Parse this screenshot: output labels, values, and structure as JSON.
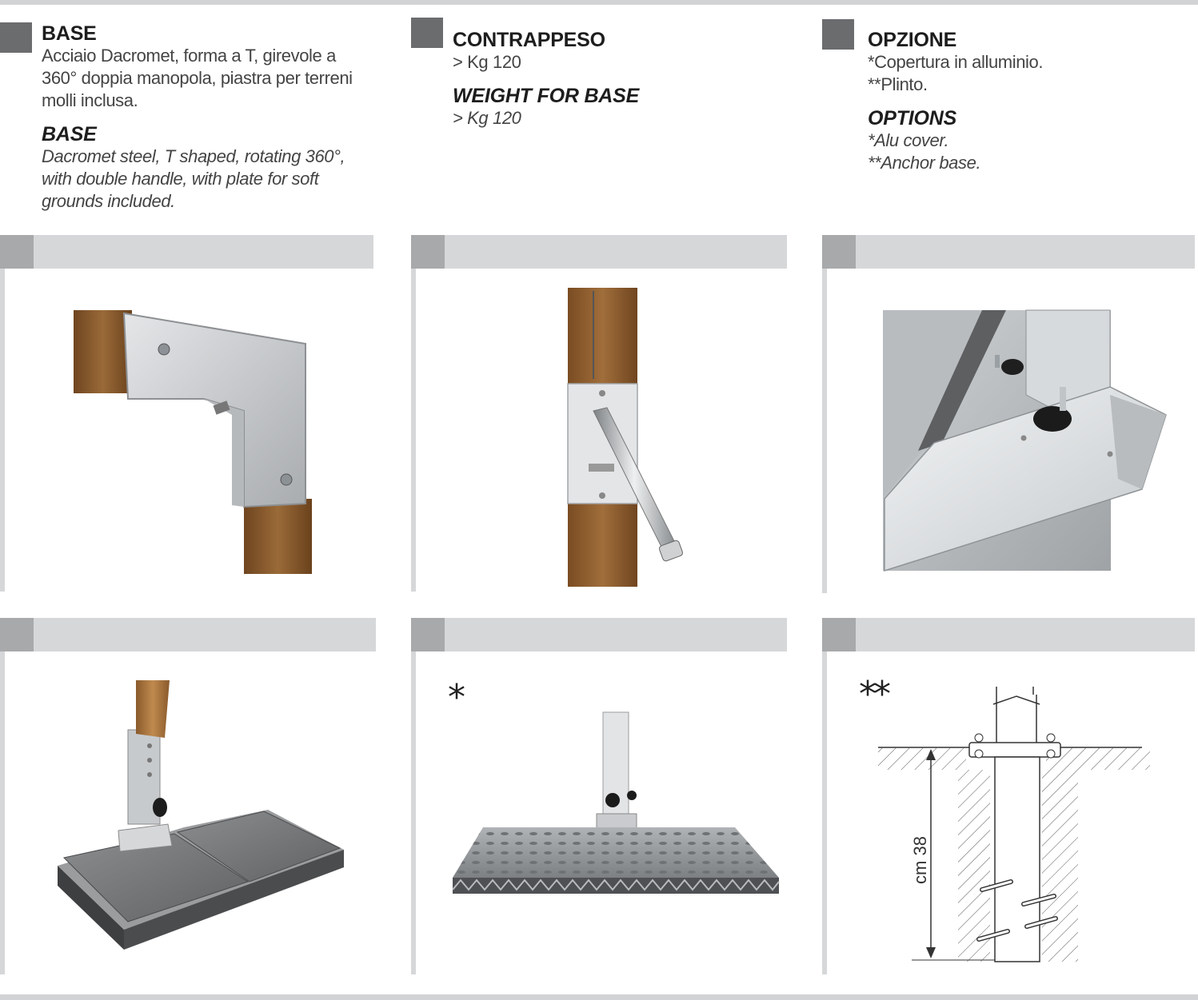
{
  "columns": [
    {
      "heading_it": "BASE",
      "text_it": [
        "Acciaio Dacromet, forma a T, girevole a",
        "360° doppia manopola, piastra per terreni",
        "molli inclusa."
      ],
      "heading_en": "BASE",
      "text_en": [
        "Dacromet steel, T shaped, rotating 360°,",
        "with double handle, with plate for soft",
        "grounds included."
      ]
    },
    {
      "heading_it": "CONTRAPPESO",
      "text_it": [
        "> Kg 120"
      ],
      "heading_en": "WEIGHT FOR BASE",
      "text_en": [
        "> Kg 120"
      ]
    },
    {
      "heading_it": "OPZIONE",
      "text_it": [
        "*Copertura in alluminio.",
        "**Plinto."
      ],
      "heading_en": "OPTIONS",
      "text_en": [
        "*Alu cover.",
        "**Anchor base."
      ]
    }
  ],
  "panels": {
    "alu_cover_mark": "*",
    "anchor_base_mark": "**",
    "anchor_dimension": "cm 38"
  },
  "colors": {
    "square_dark": "#6b6c6e",
    "bar_light": "#d6d7d9",
    "bar_square": "#a8a9ab",
    "wood": "#8a5a2b",
    "steel": "#c9cbcd"
  }
}
